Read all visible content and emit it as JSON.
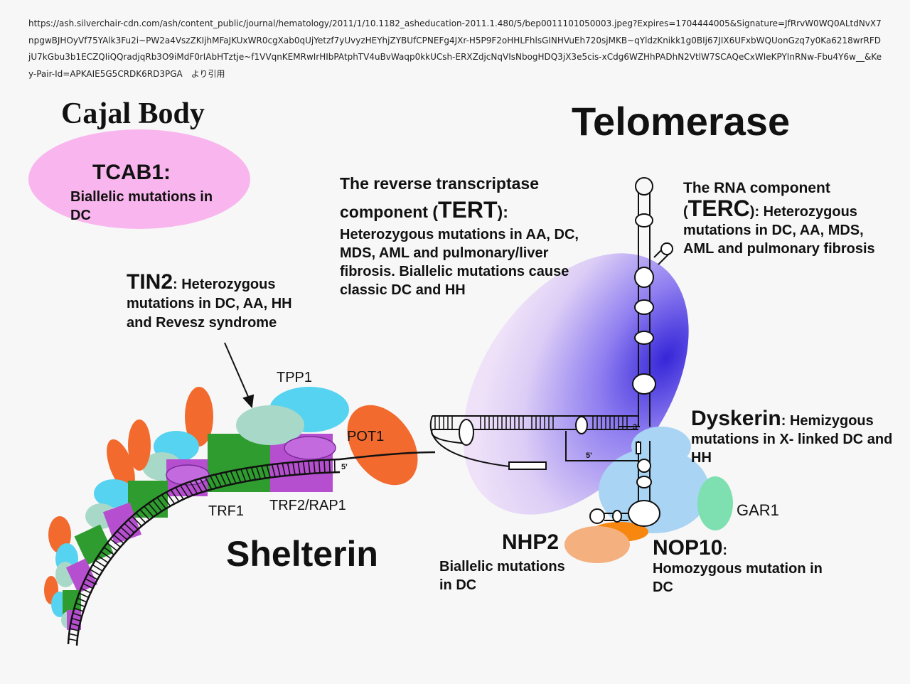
{
  "source_note": "https://ash.silverchair-cdn.com/ash/content_public/journal/hematology/2011/1/10.1182_asheducation-2011.1.480/5/bep0011101050003.jpeg?Expires=1704444005&Signature=JfRrvW0WQ0ALtdNvX7npgwBJHOyVf75YAlk3Fu2i~PW2a4VszZKIjhMFaJKUxWR0cgXab0qUjYetzf7yUvyzHEYhjZYBUfCPNEFg4JXr-H5P9F2oHHLFhlsGINHVuEh720sjMKB~qYldzKnikk1g0BIj67JIX6UFxbWQUonGzq7y0Ka6218wrRFDjU7kGbu3b1ECZQIiQQradjqRb3O9iMdF0rIAbHTztje~f1VVqnKEMRwIrHIbPAtphTV4uBvWaqp0kkUCsh-ERXZdjcNqVIsNbogHDQ3jX3e5cis-xCdg6WZHhPADhN2VtlW7SCAQeCxWIeKPYInRNw-Fbu4Y6w__&Key-Pair-Id=APKAIE5G5CRDK6RD3PGA　より引用",
  "titles": {
    "cajal": "Cajal Body",
    "telomerase": "Telomerase",
    "shelterin": "Shelterin"
  },
  "tcab1": {
    "name": "TCAB1:",
    "desc": "Biallelic mutations in DC"
  },
  "tert": {
    "head1": "The reverse transcriptase",
    "head2": "component (",
    "name": "TERT",
    "head3": "):",
    "desc": "Heterozygous mutations in AA, DC, MDS, AML and pulmonary/liver fibrosis. Biallelic mutations cause classic DC and HH"
  },
  "terc": {
    "head1": "The RNA component",
    "paren_open": "(",
    "name": "TERC",
    "colon": "):",
    "desc_inline": "Heterozygous",
    "desc": "mutations in DC, AA, MDS, AML and  pulmonary fibrosis"
  },
  "tin2": {
    "name": "TIN2",
    "colon": ": Heterozygous",
    "desc": "mutations in DC, AA, HH and  Revesz syndrome"
  },
  "dyskerin": {
    "name": "Dyskerin",
    "colon": ": Hemizygous",
    "desc": "mutations in X- linked DC and HH"
  },
  "nhp2": {
    "name": "NHP2",
    "desc": "Biallelic mutations in DC"
  },
  "nop10": {
    "name": "NOP10",
    "colon": ":",
    "desc": "Homozygous mutation in DC"
  },
  "proteins": {
    "tpp1": "TPP1",
    "pot1": "POT1",
    "trf1": "TRF1",
    "trf2": "TRF2/RAP1",
    "gar1": "GAR1"
  },
  "strand_marks": {
    "five_prime": "5'",
    "three_prime": "3'"
  },
  "colors": {
    "pink": "#f9b6ee",
    "green": "#2e9c2e",
    "magenta": "#b64fcf",
    "cyan": "#56d3f0",
    "mint": "#a8d8c8",
    "orange": "#f26a2e",
    "blue": "#4a3de0",
    "light_blue": "#a9d4f4",
    "peach": "#f4b07e"
  }
}
